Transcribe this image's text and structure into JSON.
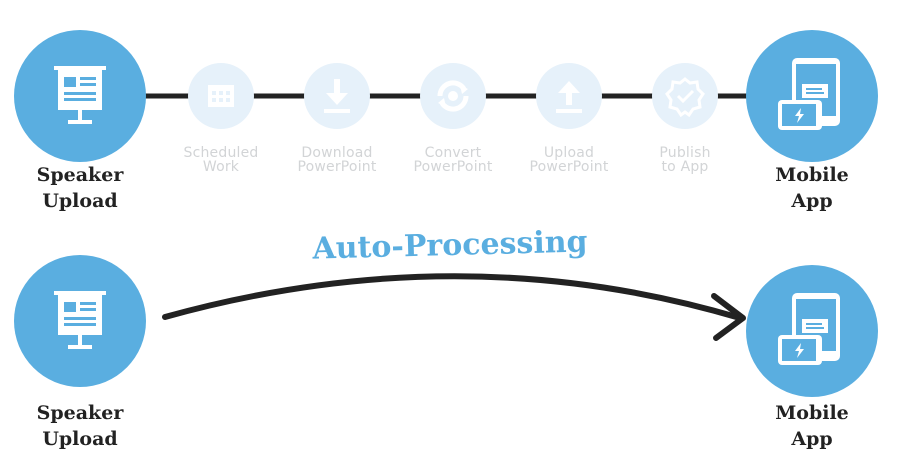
{
  "colors": {
    "accent": "#5aaee0",
    "step_bg": "#e6f1fa",
    "step_text": "#d2d4d6",
    "line": "#222222"
  },
  "manual_flow": {
    "source": {
      "line1": "Speaker",
      "line2": "Upload",
      "icon": "presentation-board-icon"
    },
    "target": {
      "line1": "Mobile",
      "line2": "App",
      "icon": "mobile-devices-icon"
    },
    "steps": [
      {
        "line1": "Scheduled",
        "line2": "Work",
        "icon": "calendar-icon"
      },
      {
        "line1": "Download",
        "line2": "PowerPoint",
        "icon": "download-icon"
      },
      {
        "line1": "Convert",
        "line2": "PowerPoint",
        "icon": "convert-icon"
      },
      {
        "line1": "Upload",
        "line2": "PowerPoint",
        "icon": "upload-icon"
      },
      {
        "line1": "Publish",
        "line2": "to App",
        "icon": "publish-badge-icon"
      }
    ]
  },
  "auto_flow": {
    "title": "Auto-Processing",
    "source": {
      "line1": "Speaker",
      "line2": "Upload",
      "icon": "presentation-board-icon"
    },
    "target": {
      "line1": "Mobile",
      "line2": "App",
      "icon": "mobile-devices-icon"
    }
  }
}
